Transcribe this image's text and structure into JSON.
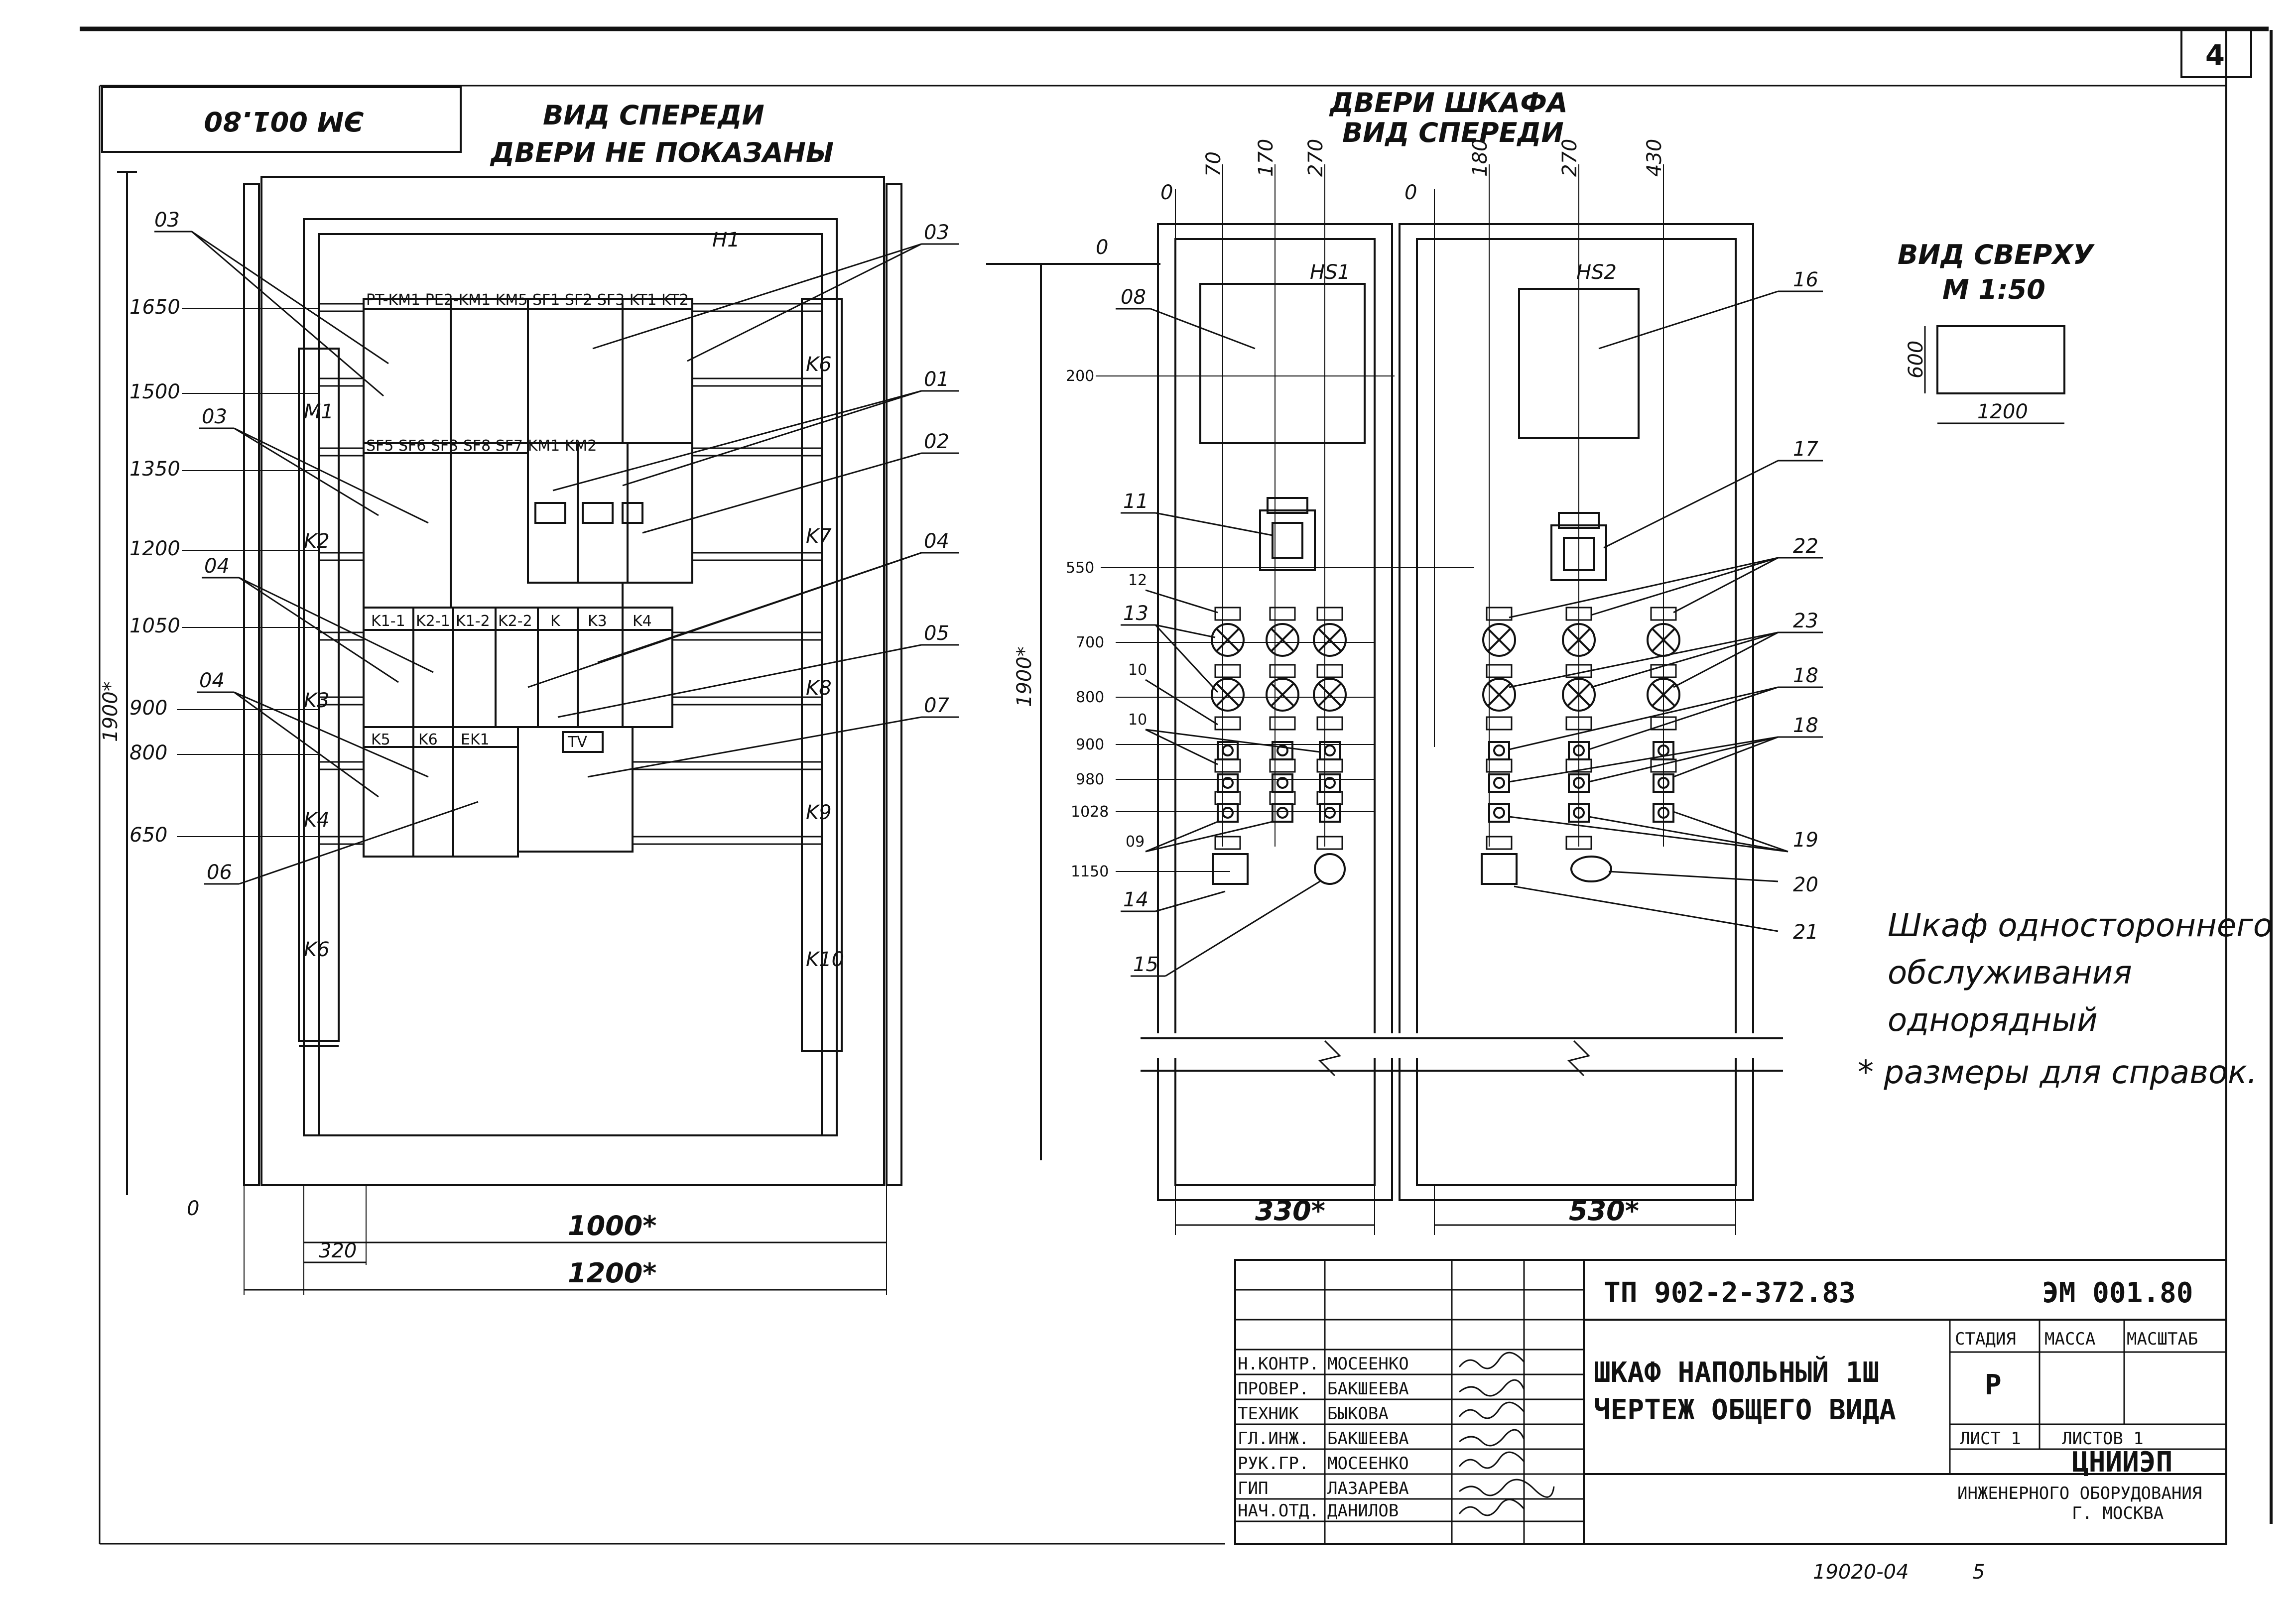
{
  "page": {
    "sheet_number": "4",
    "footer_code": "19020-04",
    "footer_page": "5"
  },
  "front_view": {
    "stamp": "ЭМ 001.80",
    "title": "ВИД СПЕРЕДИ",
    "subtitle": "ДВЕРИ НЕ ПОКАЗАНЫ",
    "panel_label": "H1",
    "dim_left": "1900*",
    "heights": [
      "1650",
      "1500",
      "1350",
      "1200",
      "1050",
      "900",
      "800",
      "650"
    ],
    "zero": "0",
    "side_left": [
      "M1",
      "K2",
      "K3",
      "K4",
      "K6"
    ],
    "side_right": [
      "K6",
      "K7",
      "K8",
      "K9",
      "K10"
    ],
    "row1_strip": "PT-KM1 PE2-KM1 KM5 SF1 SF2 SF3 KT1 KT2",
    "row2_strip": "SF5 SF6 SF3 SF8 SF7 KM1 KM2",
    "row3_labels": [
      "K1-1",
      "K2-1",
      "K1-2",
      "K2-2",
      "K",
      "K3",
      "K4"
    ],
    "row4_labels": [
      "K5",
      "K6",
      "EK1",
      "TV"
    ],
    "callouts_left": [
      "03",
      "03",
      "04",
      "04",
      "06"
    ],
    "callouts_right": [
      "03",
      "01",
      "02",
      "04",
      "05",
      "07"
    ],
    "dim_320": "320",
    "dim_1000": "1000*",
    "dim_1200": "1200*"
  },
  "door_view": {
    "title": "ДВЕРИ ШКАФА",
    "subtitle": "ВИД СПЕРЕДИ",
    "left_door_label": "HS1",
    "right_door_label": "HS2",
    "top_dims_left": [
      "0",
      "70",
      "170",
      "270"
    ],
    "top_dims_right": [
      "0",
      "180",
      "270",
      "430"
    ],
    "left_heights": [
      "0",
      "200",
      "550",
      "700",
      "800",
      "900",
      "980",
      "1028",
      "1150"
    ],
    "dim_1900": "1900*",
    "callouts_left": [
      "08",
      "11",
      "12",
      "13",
      "10",
      "10",
      "09",
      "14",
      "15"
    ],
    "callouts_right": [
      "16",
      "17",
      "22",
      "23",
      "18",
      "18",
      "19",
      "20",
      "21"
    ],
    "dim_330": "330*",
    "dim_530": "530*"
  },
  "top_view": {
    "title": "ВИД СВЕРХУ",
    "scale": "М 1:50",
    "depth": "600",
    "width": "1200"
  },
  "notes": {
    "line1": "Шкаф одностороннего",
    "line2": "обслуживания",
    "line3": "однорядный",
    "line4": "* размеры для справок."
  },
  "title_block": {
    "project": "ТП 902-2-372.83",
    "code": "ЭМ 001.80",
    "name_line1": "ШКАФ НАПОЛЬНЫЙ 1Ш",
    "name_line2": "ЧЕРТЕЖ ОБЩЕГО ВИДА",
    "stage_header": "СТАДИЯ",
    "mass_header": "МАССА",
    "scale_header": "МАСШТАБ",
    "stage_value": "Р",
    "sheet_label": "ЛИСТ 1",
    "sheets_label": "ЛИСТОВ 1",
    "org_name": "ЦНИИЭП",
    "org_line2": "ИНЖЕНЕРНОГО ОБОРУДОВАНИЯ",
    "org_line3": "Г. МОСКВА",
    "roles": [
      {
        "role": "Н.КОНТР.",
        "name": "МОСЕЕНКО"
      },
      {
        "role": "ПРОВЕР.",
        "name": "БАКШЕЕВА"
      },
      {
        "role": "ТЕХНИК",
        "name": "БЫКОВА"
      },
      {
        "role": "ГЛ.ИНЖ.",
        "name": "БАКШЕЕВА"
      },
      {
        "role": "РУК.ГР.",
        "name": "МОСЕЕНКО"
      },
      {
        "role": "ГИП",
        "name": "ЛАЗАРЕВА"
      },
      {
        "role": "НАЧ.ОТД.",
        "name": "ДАНИЛОВ"
      }
    ]
  }
}
